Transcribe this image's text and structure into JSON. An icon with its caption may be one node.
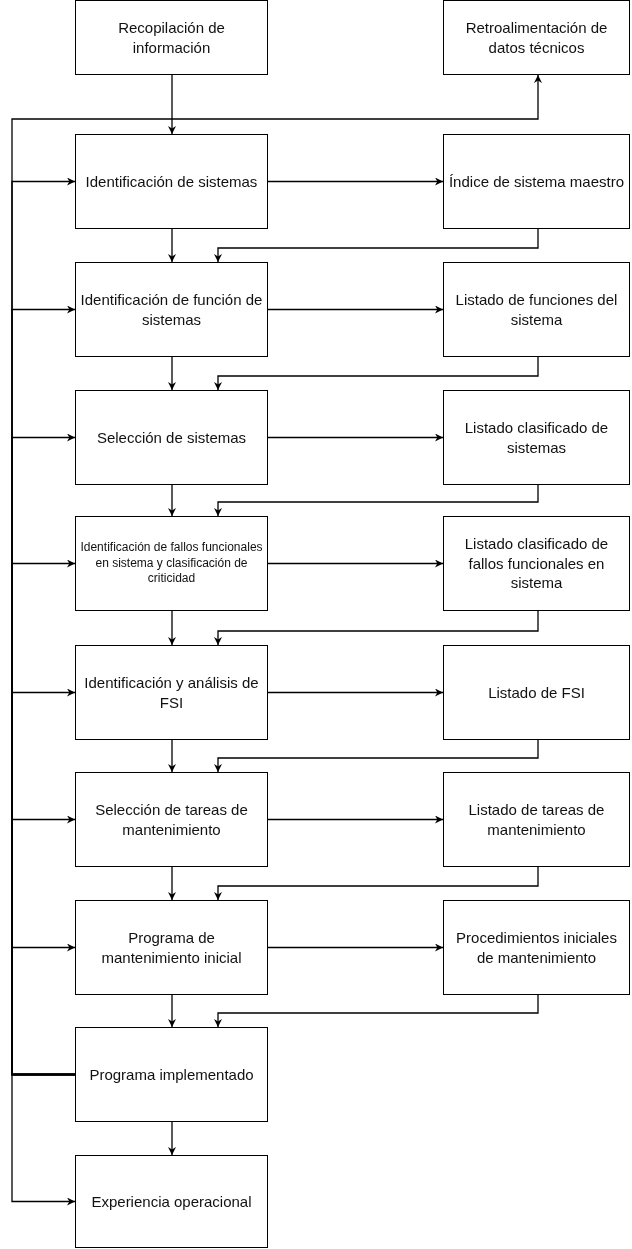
{
  "diagram": {
    "nodes": [
      {
        "text": [
          "Recopilación de información"
        ]
      },
      {
        "text": [
          "Retroalimentación de datos técnicos"
        ]
      },
      {
        "text": [
          "Identificación de sistemas"
        ]
      },
      {
        "text": [
          "Índice de sistema maestro"
        ]
      },
      {
        "text": [
          "Identificación de función de sistemas"
        ]
      },
      {
        "text": [
          "Listado de funciones del sistema"
        ]
      },
      {
        "text": [
          "Selección de sistemas"
        ]
      },
      {
        "text": [
          "Listado clasificado de sistemas"
        ]
      },
      {
        "text": [
          "Identificación de fallos funcionales en sistema y clasificación de criticidad"
        ]
      },
      {
        "text": [
          "Listado clasificado de fallos funcionales en sistema"
        ]
      },
      {
        "text": [
          "Identificación y análisis de FSI"
        ]
      },
      {
        "text": [
          "Listado de FSI"
        ]
      },
      {
        "text": [
          "Selección de tareas de mantenimiento"
        ]
      },
      {
        "text": [
          "Listado de tareas de mantenimiento"
        ]
      },
      {
        "text": [
          "Programa de mantenimiento inicial"
        ]
      },
      {
        "text": [
          "Procedimientos iniciales de mantenimiento"
        ]
      },
      {
        "text": [
          "Programa implementado"
        ]
      },
      {
        "text": [
          "Experiencia operacional"
        ]
      }
    ],
    "edges": [
      {
        "from": 0,
        "to": 2,
        "arrow": "to"
      },
      {
        "from": 2,
        "to": 3,
        "arrow": "to"
      },
      {
        "from": 2,
        "to": 4,
        "arrow": "to"
      },
      {
        "from": 3,
        "to": 4,
        "arrow": "to"
      },
      {
        "from": 4,
        "to": 5,
        "arrow": "to"
      },
      {
        "from": 4,
        "to": 6,
        "arrow": "to"
      },
      {
        "from": 5,
        "to": 6,
        "arrow": "to"
      },
      {
        "from": 6,
        "to": 7,
        "arrow": "to"
      },
      {
        "from": 6,
        "to": 8,
        "arrow": "to"
      },
      {
        "from": 7,
        "to": 8,
        "arrow": "to"
      },
      {
        "from": 8,
        "to": 9,
        "arrow": "to"
      },
      {
        "from": 8,
        "to": 10,
        "arrow": "to"
      },
      {
        "from": 9,
        "to": 10,
        "arrow": "to"
      },
      {
        "from": 10,
        "to": 11,
        "arrow": "to"
      },
      {
        "from": 10,
        "to": 12,
        "arrow": "to"
      },
      {
        "from": 11,
        "to": 12,
        "arrow": "to"
      },
      {
        "from": 12,
        "to": 13,
        "arrow": "to"
      },
      {
        "from": 12,
        "to": 14,
        "arrow": "to"
      },
      {
        "from": 13,
        "to": 14,
        "arrow": "to"
      },
      {
        "from": 14,
        "to": 15,
        "arrow": "to"
      },
      {
        "from": 14,
        "to": 16,
        "arrow": "to"
      },
      {
        "from": 15,
        "to": 16,
        "arrow": "to"
      },
      {
        "from": 16,
        "to": 17,
        "arrow": "to"
      },
      {
        "from": 16,
        "to": 1,
        "arrow": "to"
      },
      {
        "from": 16,
        "to": 2,
        "arrow": "to"
      },
      {
        "from": 16,
        "to": 4,
        "arrow": "to"
      },
      {
        "from": 16,
        "to": 6,
        "arrow": "to"
      },
      {
        "from": 16,
        "to": 8,
        "arrow": "to"
      },
      {
        "from": 16,
        "to": 10,
        "arrow": "to"
      },
      {
        "from": 16,
        "to": 12,
        "arrow": "to"
      },
      {
        "from": 16,
        "to": 14,
        "arrow": "to"
      },
      {
        "from": 16,
        "to": 17,
        "arrow": "to"
      }
    ]
  }
}
